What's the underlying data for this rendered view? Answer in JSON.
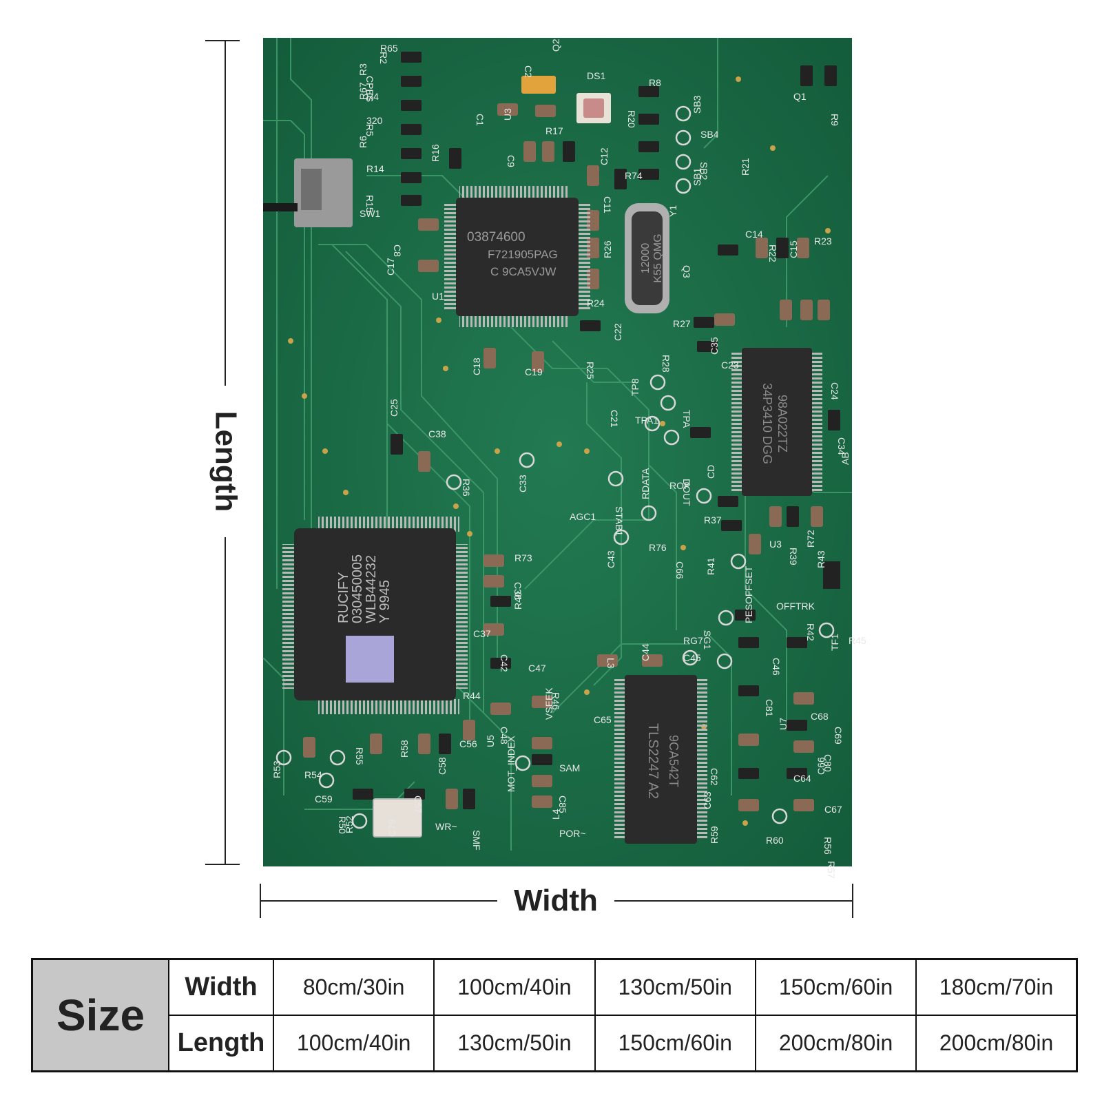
{
  "dimensions": {
    "length_label": "Length",
    "width_label": "Width"
  },
  "board": {
    "chip_main": [
      "RUCIFY",
      "030450005",
      "WLB44232",
      "Y 9945"
    ],
    "chip_u1": [
      "03874600",
      "F721905PAG",
      "C 9CA5VJW"
    ],
    "crystal": [
      "12000",
      "K55 QMG"
    ],
    "chip_u3": [
      "98A022TZ",
      "34P3410 DGG"
    ],
    "chip_u7": [
      "TLS2247 A2",
      "9CA542T"
    ],
    "labels": [
      "R2",
      "R3",
      "R4",
      "R5",
      "R6",
      "R14",
      "R15",
      "R16",
      "SW1",
      "C8",
      "C17",
      "U1",
      "C2",
      "Q2",
      "DS1",
      "C1",
      "U3",
      "R17",
      "C9",
      "C12",
      "R8",
      "R20",
      "SB3",
      "SB4",
      "SB2",
      "SB1",
      "R74",
      "C11",
      "Y1",
      "Q1",
      "R9",
      "R21",
      "C14",
      "R22",
      "C15",
      "R23",
      "Q3",
      "R26",
      "R24",
      "R25",
      "C22",
      "R27",
      "R28",
      "C18",
      "C19",
      "C21",
      "TP8",
      "TPA1",
      "TPA",
      "C35",
      "C23",
      "C24",
      "C25",
      "C38",
      "R36",
      "C33",
      "AGC1",
      "STAB1",
      "RDATA",
      "ROP",
      "DOUT",
      "CD",
      "R37",
      "C34",
      "AB",
      "U3",
      "R39",
      "R72",
      "R73",
      "C36",
      "R40",
      "C37",
      "C42",
      "C43",
      "R76",
      "C66",
      "R41",
      "RG7",
      "SG1",
      "PESOFFSET",
      "OFFTRK",
      "R42",
      "R43",
      "C47",
      "L3",
      "C44",
      "C45",
      "C46",
      "TF1",
      "R45",
      "R46",
      "VSEEK",
      "C65",
      "C81",
      "U7",
      "R44",
      "C48",
      "U5",
      "C68",
      "C69",
      "R53",
      "R54",
      "R55",
      "R58",
      "C56",
      "C57",
      "C58",
      "C59",
      "R50",
      "R52",
      "WR~",
      "SMF",
      "MOT_INDEX",
      "SAM",
      "C85",
      "L4",
      "POR~",
      "C62",
      "C63",
      "C64",
      "C80",
      "C66",
      "C67",
      "R56",
      "R59",
      "R60",
      "R57",
      "C79",
      "R65",
      "CPES",
      "R67",
      "320"
    ]
  },
  "size_table": {
    "header": "Size",
    "rows": [
      {
        "label": "Width",
        "values": [
          "80cm/30in",
          "100cm/40in",
          "130cm/50in",
          "150cm/60in",
          "180cm/70in"
        ]
      },
      {
        "label": "Length",
        "values": [
          "100cm/40in",
          "130cm/50in",
          "150cm/60in",
          "200cm/80in",
          "200cm/80in"
        ]
      }
    ]
  }
}
